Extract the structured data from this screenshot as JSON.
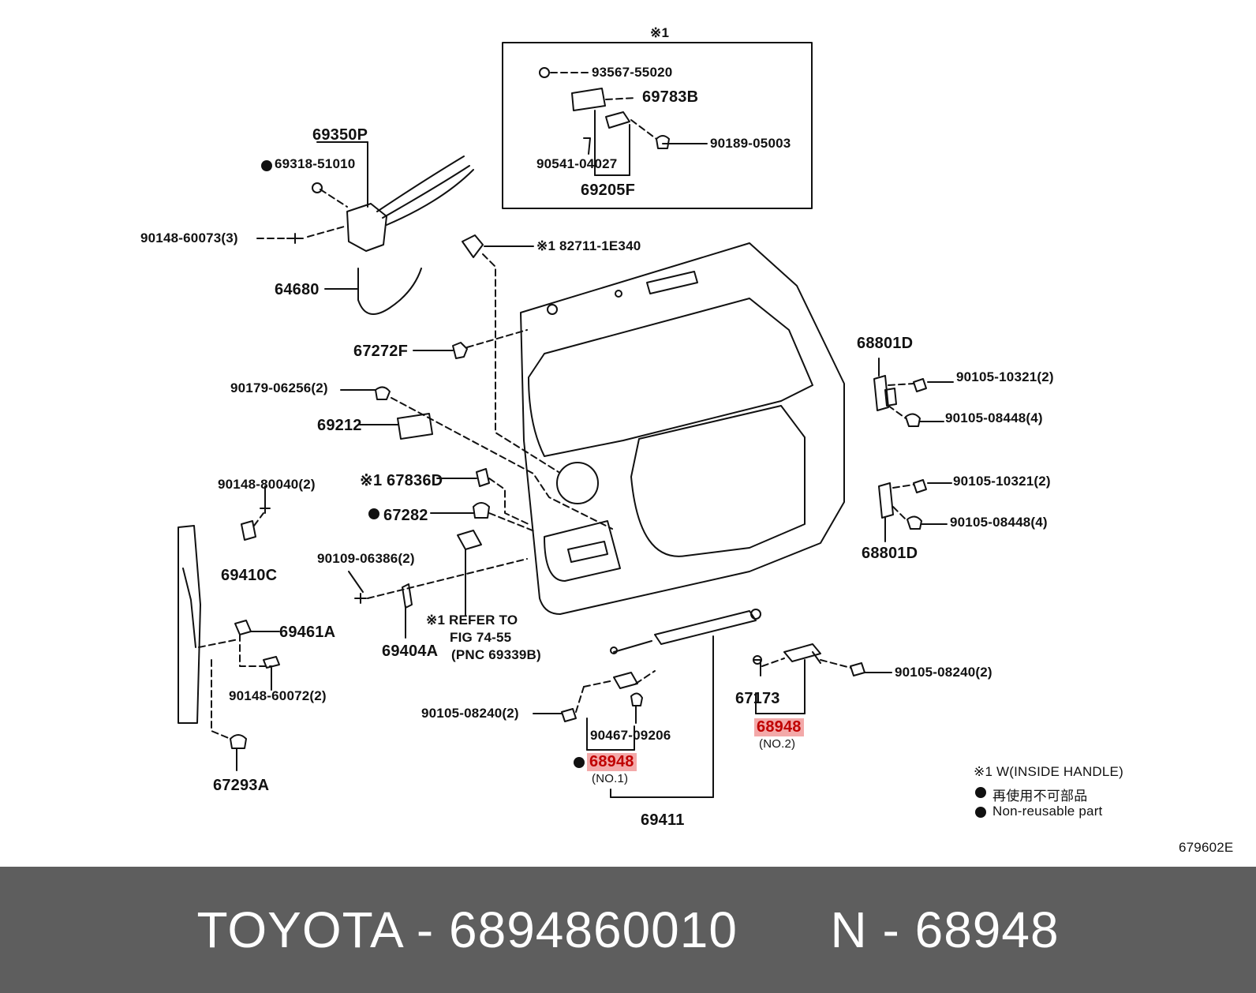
{
  "labels": {
    "box_note": "※1",
    "p_93567": "93567-55020",
    "p_69783B": "69783B",
    "p_90189": "90189-05003",
    "p_90541": "90541-04027",
    "p_69205F": "69205F",
    "p_69350P": "69350P",
    "p_69318": "69318-51010",
    "p_90148_60073": "90148-60073(3)",
    "p_82711": "※1 82711-1E340",
    "p_64680": "64680",
    "p_67272F": "67272F",
    "p_90179": "90179-06256(2)",
    "p_69212": "69212",
    "p_67836D": "※1 67836D",
    "p_67282": "67282",
    "p_90148_80040": "90148-80040(2)",
    "p_69410C": "69410C",
    "p_90109": "90109-06386(2)",
    "p_69461A": "69461A",
    "p_90148_60072": "90148-60072(2)",
    "p_69404A": "69404A",
    "refer_1": "※1 REFER TO",
    "refer_2": "FIG 74-55",
    "refer_3": "(PNC 69339B)",
    "p_67293A": "67293A",
    "p_68801D_top": "68801D",
    "p_90105_10321_a": "90105-10321(2)",
    "p_90105_08448_a": "90105-08448(4)",
    "p_90105_10321_b": "90105-10321(2)",
    "p_90105_08448_b": "90105-08448(4)",
    "p_68801D_bot": "68801D",
    "p_90105_08240_r": "90105-08240(2)",
    "p_67173": "67173",
    "p_68948_no2": "68948",
    "no2": "(NO.2)",
    "p_90105_08240_l": "90105-08240(2)",
    "p_90467": "90467-09206",
    "p_68948_no1": "68948",
    "no1": "(NO.1)",
    "p_69411": "69411",
    "legend_1": "※1 W(INSIDE HANDLE)",
    "legend_2": "再使用不可部品",
    "legend_3": "Non-reusable part",
    "fig_code": "679602E"
  },
  "footer": {
    "brand": "TOYOTA",
    "sep": "-",
    "part_number": "6894860010",
    "n_label": "N",
    "pnc": "68948"
  },
  "colors": {
    "highlight_bg": "#f3a9a9",
    "highlight_text": "#c00000",
    "footer_bg": "#5e5e5e"
  }
}
